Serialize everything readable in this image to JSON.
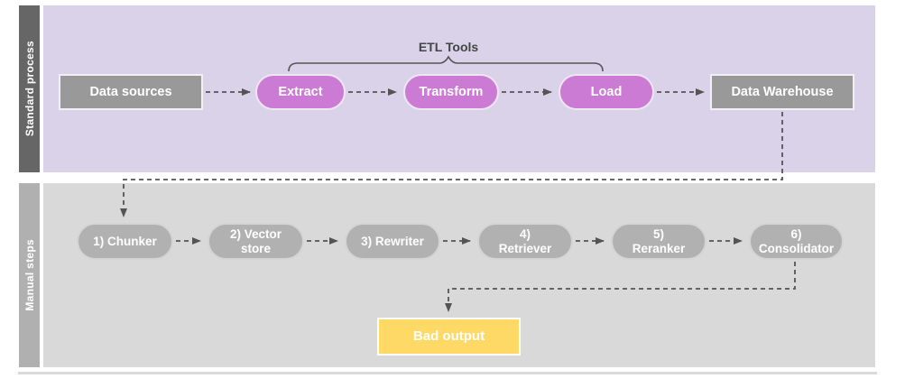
{
  "lanes": [
    {
      "label": "Standard process"
    },
    {
      "label": "Manual steps"
    }
  ],
  "etl": {
    "group_label": "ETL Tools",
    "nodes": [
      {
        "label": "Data sources"
      },
      {
        "label": "Extract"
      },
      {
        "label": "Transform"
      },
      {
        "label": "Load"
      },
      {
        "label": "Data Warehouse"
      }
    ]
  },
  "manual": {
    "nodes": [
      {
        "label": "1) Chunker"
      },
      {
        "label": "2) Vector store"
      },
      {
        "label": "3) Rewriter"
      },
      {
        "label": "4) Retriever"
      },
      {
        "label": "5) Reranker"
      },
      {
        "label": "6) Consolidator"
      }
    ],
    "output_label": "Bad output"
  },
  "colors": {
    "standard_lane_bg": "#d9d2e9",
    "manual_lane_bg": "#d9d9d9",
    "standard_lane_bar": "#666666",
    "manual_lane_bar": "#b0b0b0",
    "neutral_node": "#999999",
    "etl_step_node": "#cb7bd3",
    "manual_step_node": "#b1b1b1",
    "bad_output_node": "#ffd966",
    "connector": "#545454"
  }
}
